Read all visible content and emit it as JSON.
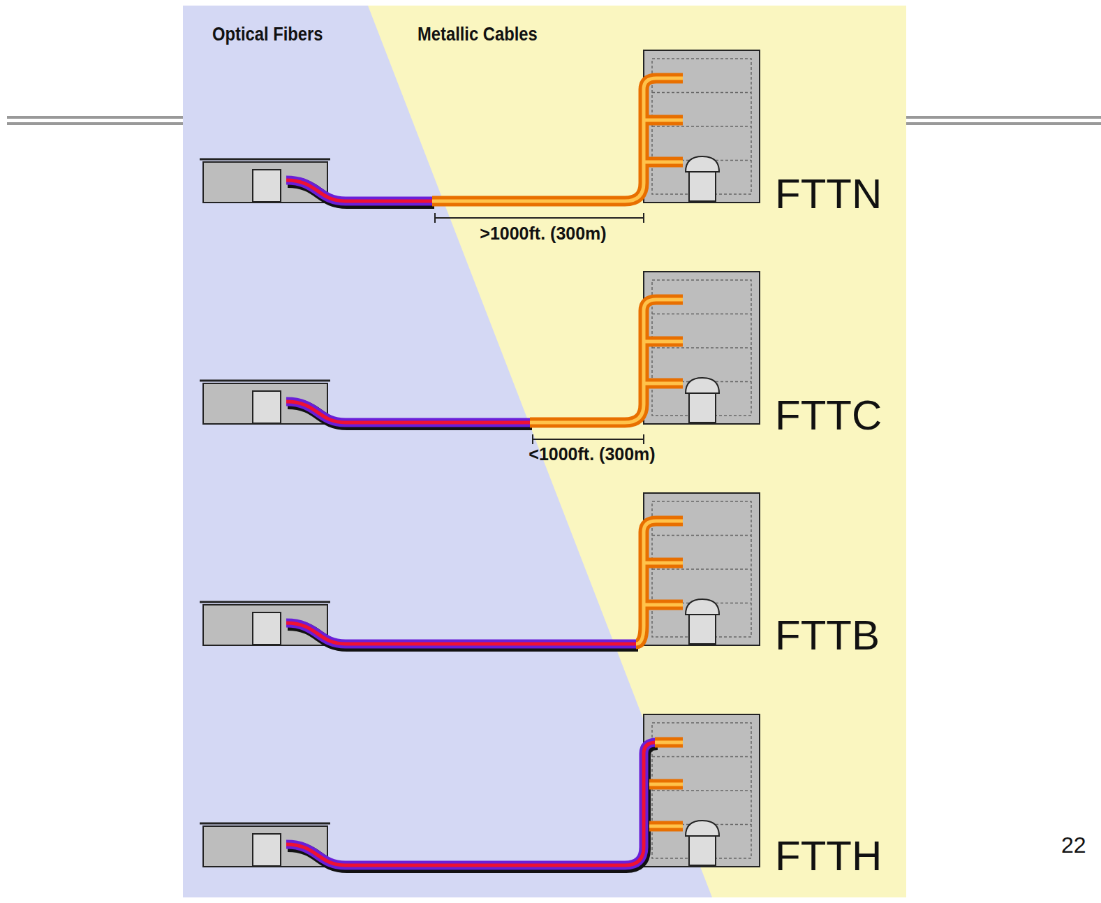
{
  "diagram": {
    "labels": [
      "Optical Fibers",
      "Metallic Cables",
      "FTTN",
      ">1000ft. (300m)",
      "FTTC",
      "<1000ft. (300m)",
      "FTTB",
      "FTTH",
      "22"
    ]
  }
}
